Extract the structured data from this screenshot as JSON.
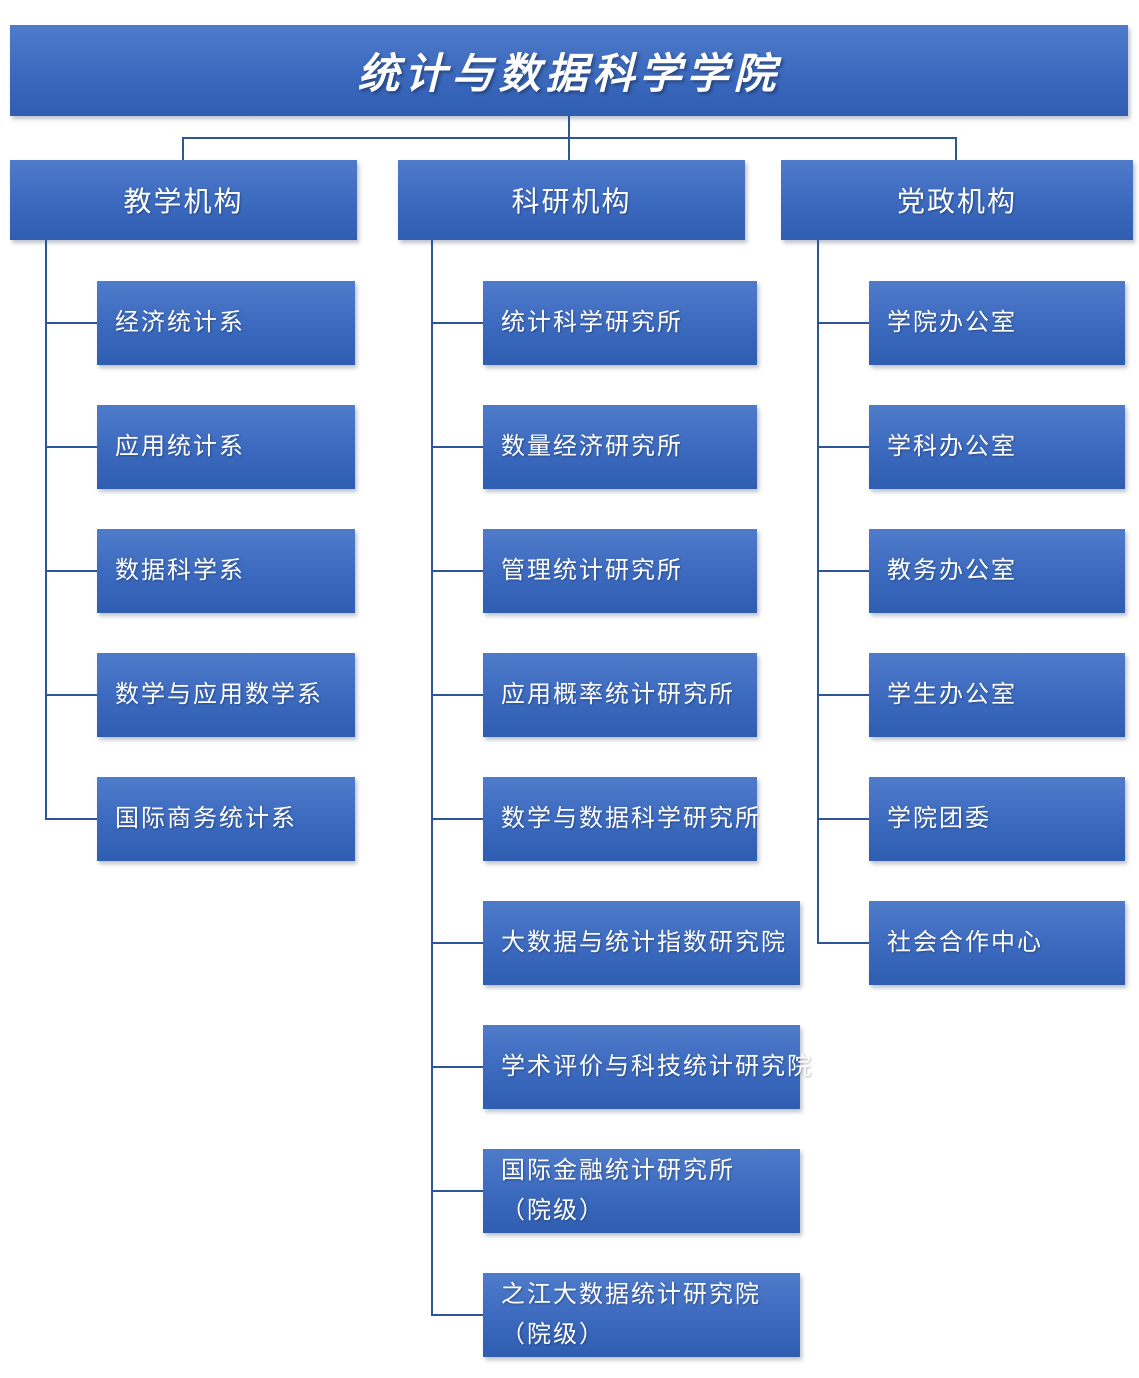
{
  "title": "统计与数据科学学院",
  "branches": [
    {
      "label": "教学机构",
      "items": [
        {
          "label": "经济统计系"
        },
        {
          "label": "应用统计系"
        },
        {
          "label": "数据科学系"
        },
        {
          "label": "数学与应用数学系"
        },
        {
          "label": "国际商务统计系"
        }
      ]
    },
    {
      "label": "科研机构",
      "items": [
        {
          "label": "统计科学研究所"
        },
        {
          "label": "数量经济研究所"
        },
        {
          "label": "管理统计研究所"
        },
        {
          "label": "应用概率统计研究所"
        },
        {
          "label": "数学与数据科学研究所"
        },
        {
          "label": "大数据与统计指数研究院"
        },
        {
          "label": "学术评价与科技统计研究院"
        },
        {
          "label": "国际金融统计研究所",
          "sublabel": "（院级）"
        },
        {
          "label": "之江大数据统计研究院",
          "sublabel": "（院级）"
        }
      ]
    },
    {
      "label": "党政机构",
      "items": [
        {
          "label": "学院办公室"
        },
        {
          "label": "学科办公室"
        },
        {
          "label": "教务办公室"
        },
        {
          "label": "学生办公室"
        },
        {
          "label": "学院团委"
        },
        {
          "label": "社会合作中心"
        }
      ]
    }
  ],
  "colors": {
    "box_gradient_top": "#4f7bca",
    "box_gradient_mid": "#3a68bd",
    "box_gradient_bottom": "#2f5db0",
    "connector_line": "#2d5597",
    "text": "#ffffff",
    "background": "#ffffff"
  }
}
